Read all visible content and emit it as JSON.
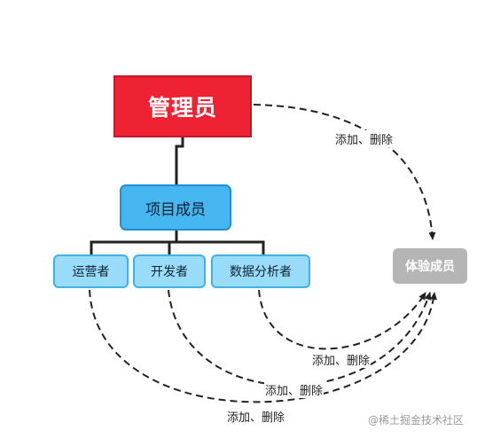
{
  "nodes": {
    "admin": "管理员",
    "team": "项目成员",
    "roles": [
      "运营者",
      "开发者",
      "数据分析者"
    ],
    "trial": "体验成员"
  },
  "edges": {
    "admin_trial": "添加、删除",
    "analyst_trial": "添加、删除",
    "developer_trial": "添加、删除",
    "operator_trial": "添加、删除"
  },
  "watermark": "@稀土掘金技术社区",
  "colors": {
    "admin_fill": "#ef2233",
    "team_fill": "#45b6ef",
    "role_fill": "#98dcfa",
    "trial_fill": "#b5b5b5"
  }
}
